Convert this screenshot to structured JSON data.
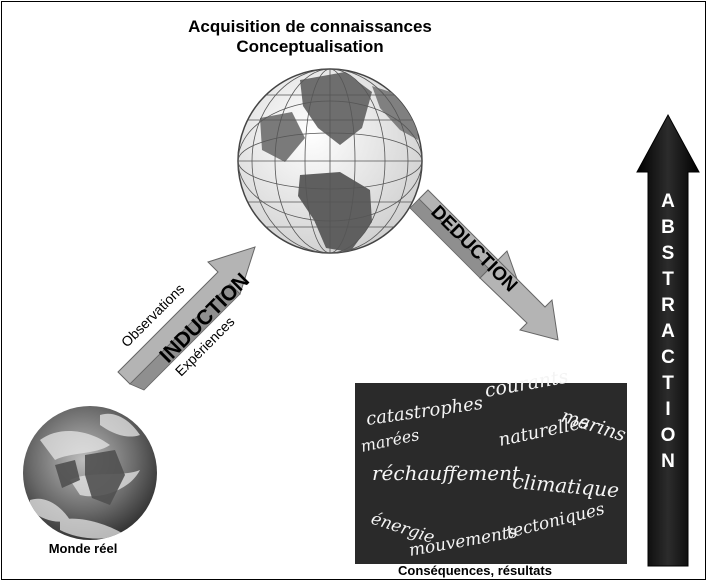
{
  "top_title": {
    "line1": "Acquisition de connaissances",
    "line2": "Conceptualisation"
  },
  "induction": {
    "label": "INDUCTION",
    "above": "Observations",
    "below": "Expériences"
  },
  "deduction": {
    "label": "DEDUCTION"
  },
  "abstraction": {
    "letters": [
      "A",
      "B",
      "S",
      "T",
      "R",
      "A",
      "C",
      "T",
      "I",
      "O",
      "N"
    ]
  },
  "real_world": {
    "caption": "Monde réel"
  },
  "consequences": {
    "caption": "Conséquences, résultats",
    "words": {
      "courants": "courants",
      "marins": "marins",
      "catastrophes": "catastrophes",
      "marees": "marées",
      "naturelles": "naturelles",
      "rechauffement": "réchauffement",
      "climatique": "climatique",
      "energie": "énergie",
      "mouvements": "mouvements",
      "tectoniques": "tectoniques"
    }
  },
  "colors": {
    "arrow_fill": "#b0b0b0",
    "abstraction_fill": "#111111",
    "chalkboard": "#2a2a2a"
  }
}
